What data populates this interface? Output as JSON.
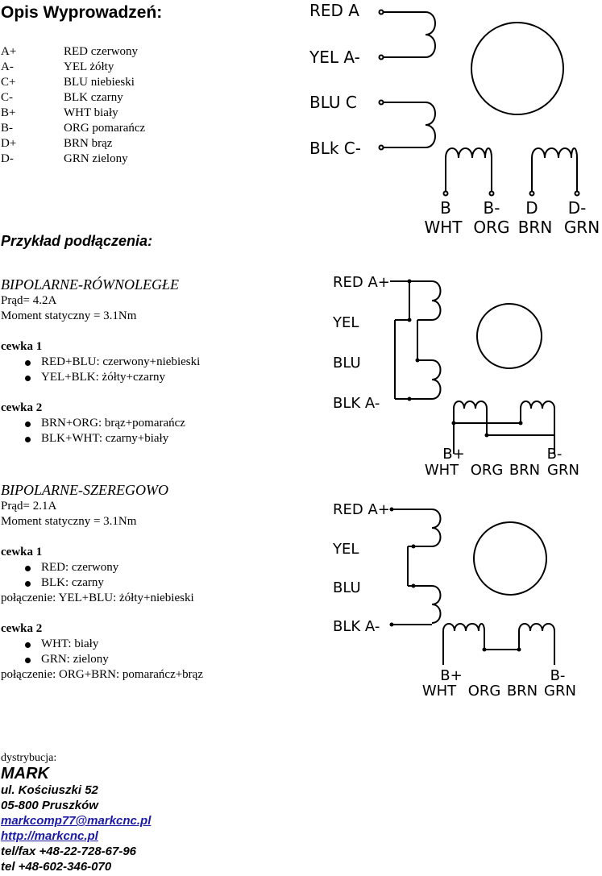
{
  "wiring": {
    "title": "Opis Wyprowadzeń:",
    "pins": [
      {
        "code": "A+",
        "desc": "RED czerwony"
      },
      {
        "code": "A-",
        "desc": "YEL żółty"
      },
      {
        "code": "C+",
        "desc": "BLU niebieski"
      },
      {
        "code": "C-",
        "desc": "BLK czarny"
      },
      {
        "code": "B+",
        "desc": "WHT biały"
      },
      {
        "code": "B-",
        "desc": "ORG pomarańcz"
      },
      {
        "code": "D+",
        "desc": "BRN brąz"
      },
      {
        "code": "D-",
        "desc": "GRN zielony"
      }
    ],
    "diagram": {
      "left": [
        "RED A",
        "YEL A-",
        "BLU C",
        "BLk C-"
      ],
      "bottom_top": [
        "B",
        "B-",
        "D",
        "D-"
      ],
      "bottom": [
        "WHT",
        "ORG",
        "BRN",
        "GRN"
      ]
    }
  },
  "example": {
    "title": "Przykład podłączenia:",
    "parallel": {
      "title": "BIPOLARNE-RÓWNOLEGŁE",
      "current": "Prąd=  4.2A",
      "torque": "Moment statyczny = 3.1Nm",
      "coil1": {
        "label": "cewka 1",
        "items": [
          "RED+BLU: czerwony+niebieski",
          "YEL+BLK: żółty+czarny"
        ]
      },
      "coil2": {
        "label": "cewka 2",
        "items": [
          "BRN+ORG: brąz+pomarańcz",
          "BLK+WHT: czarny+biały"
        ]
      },
      "diagram": {
        "left": [
          "RED A+",
          "YEL",
          "BLU",
          "BLK A-"
        ],
        "bplus": "B+",
        "bminus": "B-",
        "bottom": [
          "WHT",
          "ORG",
          "BRN",
          "GRN"
        ]
      }
    },
    "series": {
      "title": "BIPOLARNE-SZEREGOWO",
      "current": "Prąd= 2.1A",
      "torque": "Moment statyczny = 3.1Nm",
      "coil1": {
        "label": "cewka 1",
        "items": [
          "RED: czerwony",
          "BLK: czarny"
        ],
        "connection": "połączenie: YEL+BLU: żółty+niebieski"
      },
      "coil2": {
        "label": "cewka 2",
        "items": [
          "WHT: biały",
          "GRN: zielony"
        ],
        "connection": "połączenie: ORG+BRN: pomarańcz+brąz"
      },
      "diagram": {
        "left": [
          "RED A+",
          "YEL",
          "BLU",
          "BLK A-"
        ],
        "bplus": "B+",
        "bminus": "B-",
        "bottom": [
          "WHT",
          "ORG",
          "BRN",
          "GRN"
        ]
      }
    }
  },
  "footer": {
    "label": "dystrybucja:",
    "company": "MARK",
    "street": "ul. Kościuszki 52",
    "city": "05-800 Pruszków",
    "email": "markcomp77@markcnc.pl",
    "url": "http://markcnc.pl",
    "telfax": "tel/fax +48-22-728-67-96",
    "tel": "tel +48-602-346-070"
  },
  "colors": {
    "link": "#1a1aa6",
    "text": "#000000"
  }
}
